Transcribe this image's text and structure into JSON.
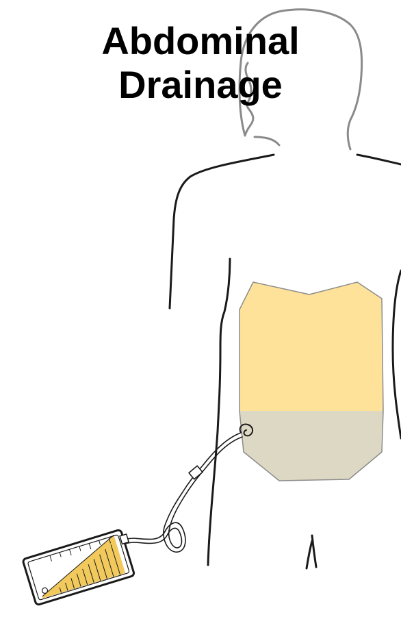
{
  "title": {
    "line1": "Abdominal",
    "line2": "Drainage"
  },
  "colors": {
    "outline": "#1a1a1a",
    "head_outline": "#8a8a8a",
    "abdomen_fill": "#ffe29a",
    "drainage_fill": "#ddd8c3",
    "region_border": "#8c8c8c",
    "bag_fluid": "#f1c95c"
  },
  "icons": {
    "figure": "human-torso-outline",
    "bag": "drainage-bag-icon"
  }
}
